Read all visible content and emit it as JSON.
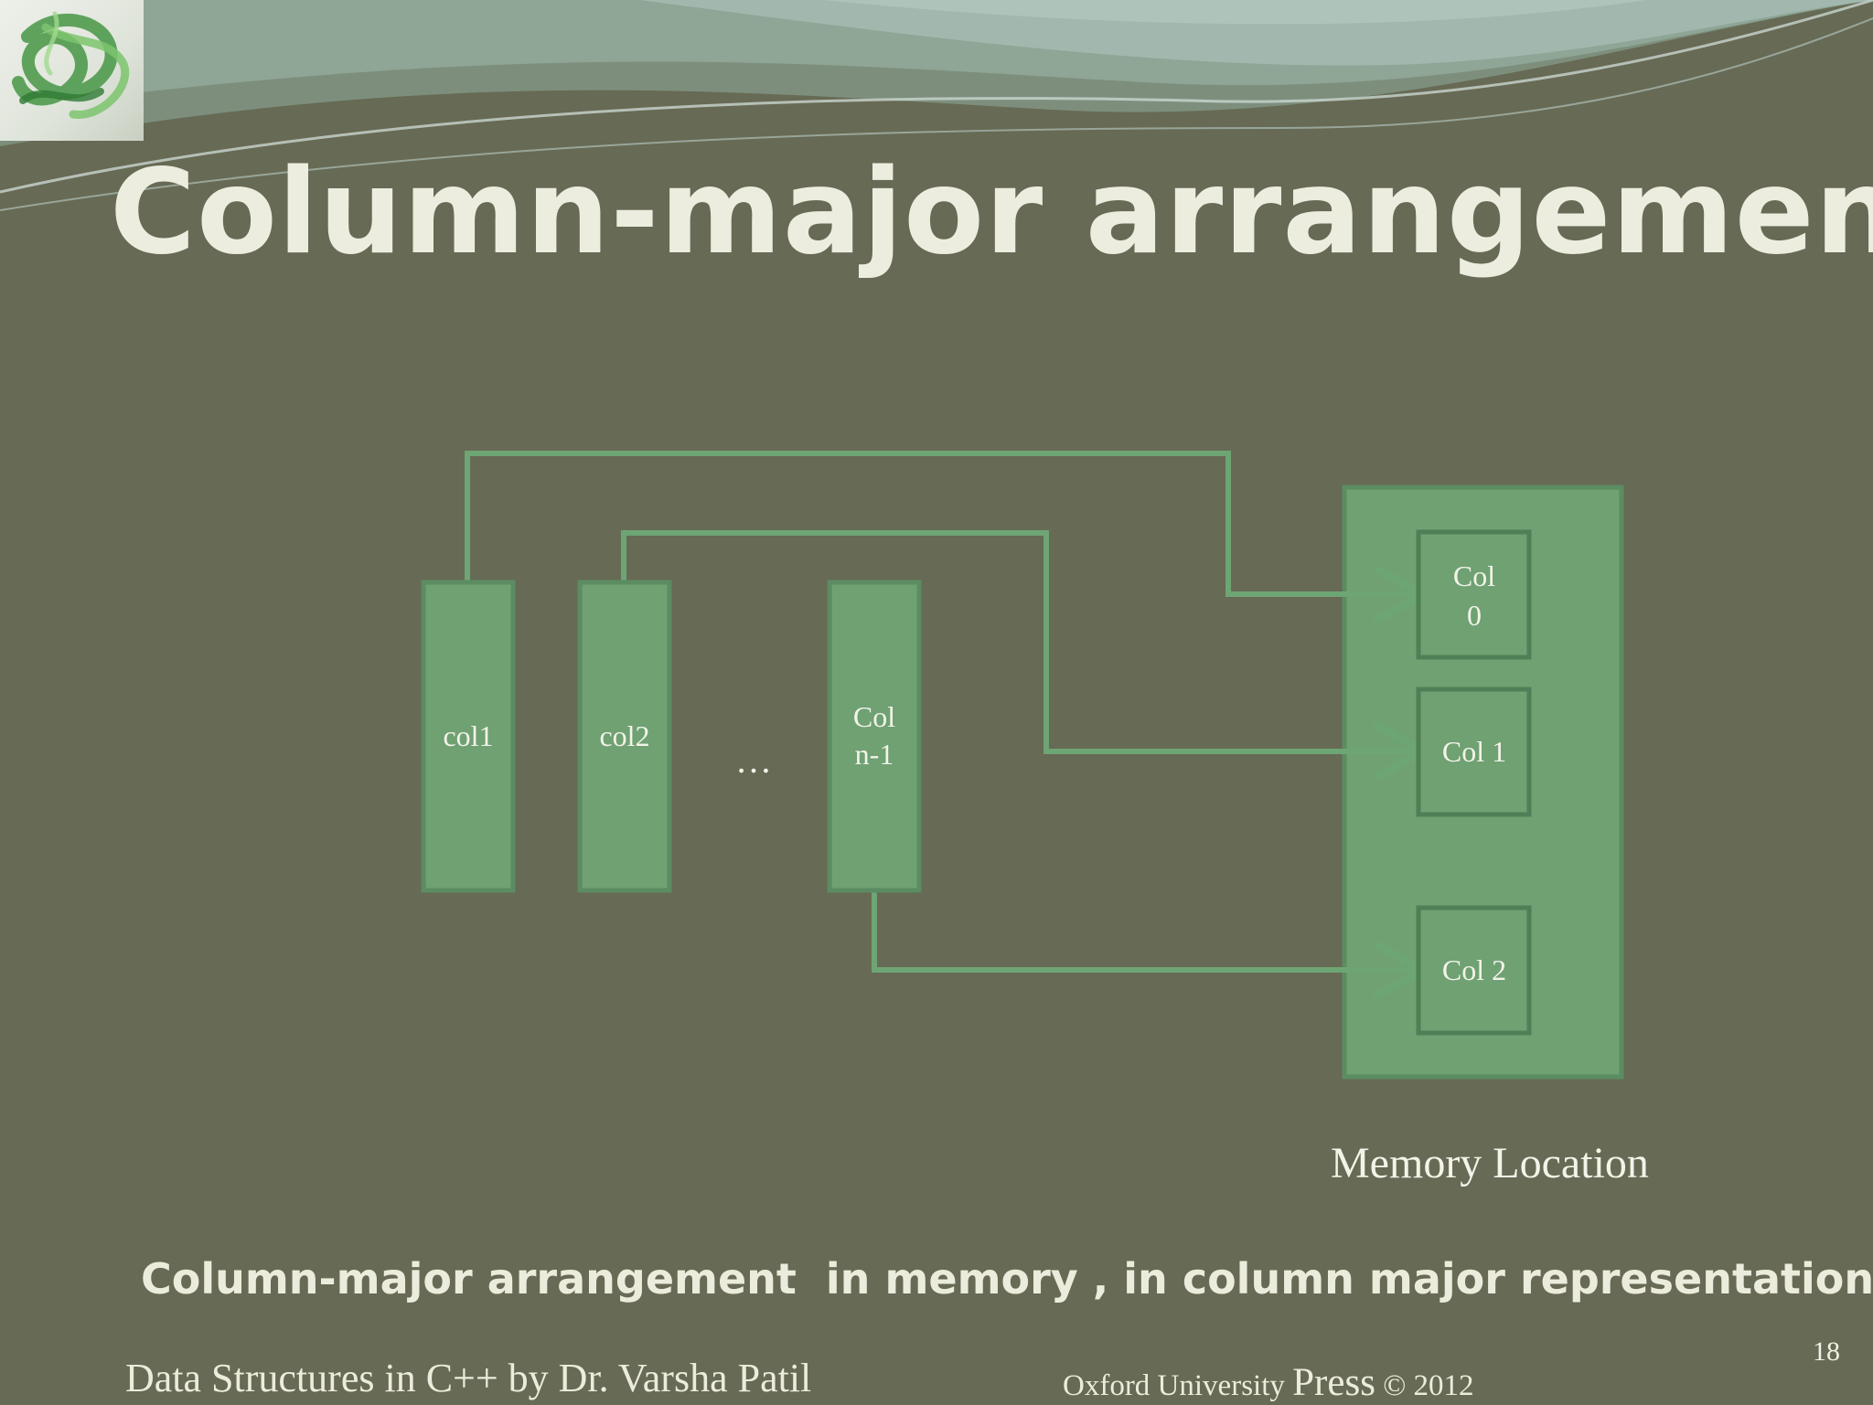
{
  "slide": {
    "title": "Column-major arrangement",
    "subtitle": "Column-major arrangement  in memory , in column major representation",
    "page_number": "18",
    "footer_left": "Data Structures in C++ by Dr. Varsha Patil",
    "footer_right": {
      "prefix": "Oxford University ",
      "press": "Press",
      "suffix": " © 2012"
    },
    "logo_icon": "green-knot-logo-icon"
  },
  "diagram": {
    "source_columns": [
      {
        "label_line1": "col1",
        "label_line2": ""
      },
      {
        "label_line1": "col2",
        "label_line2": ""
      },
      {
        "label_line1": "Col",
        "label_line2": "n-1"
      }
    ],
    "ellipsis": "…",
    "memory_slots": [
      {
        "label_line1": "Col",
        "label_line2": "0"
      },
      {
        "label_line1": "Col 1",
        "label_line2": ""
      },
      {
        "label_line1": "Col 2",
        "label_line2": ""
      }
    ],
    "memory_caption": "Memory Location",
    "connections": [
      {
        "from": "col1",
        "to": "Col 0"
      },
      {
        "from": "col2",
        "to": "Col 1"
      },
      {
        "from": "Col n-1",
        "to": "Col 2"
      }
    ],
    "colors": {
      "background": "#676a54",
      "box_fill": "#6fa173",
      "box_stroke": "#5b8c62",
      "connector": "#6ea575"
    }
  }
}
